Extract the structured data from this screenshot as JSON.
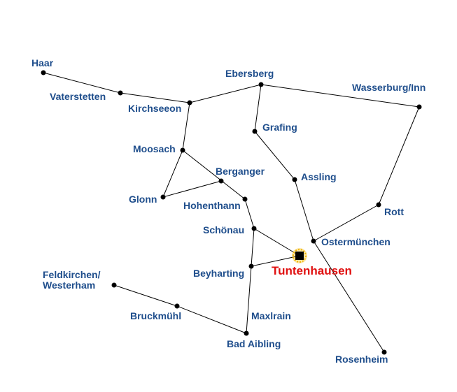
{
  "colors": {
    "label": "#1f4e8c",
    "highlight_label": "#e01010",
    "line": "#000000",
    "highlight_glow": "#f0b400"
  },
  "places": {
    "haar": "Haar",
    "vaterstetten": "Vaterstetten",
    "kirchseeon": "Kirchseeon",
    "ebersberg": "Ebersberg",
    "wasserburg": "Wasserburg/Inn",
    "grafing": "Grafing",
    "moosach": "Moosach",
    "berganger": "Berganger",
    "assling": "Assling",
    "glonn": "Glonn",
    "hohenthann": "Hohenthann",
    "rott": "Rott",
    "schoenau": "Schönau",
    "ostermuenchen": "Ostermünchen",
    "beyharting": "Beyharting",
    "tuntenhausen": "Tuntenhausen",
    "feldkirchen_1": "Feldkirchen/",
    "feldkirchen_2": "Westerham",
    "bruckmuehl": "Bruckmühl",
    "maxlrain": "Maxlrain",
    "bad_aibling": "Bad Aibling",
    "rosenheim": "Rosenheim"
  },
  "highlight_marker_icon": "square-marker-icon"
}
